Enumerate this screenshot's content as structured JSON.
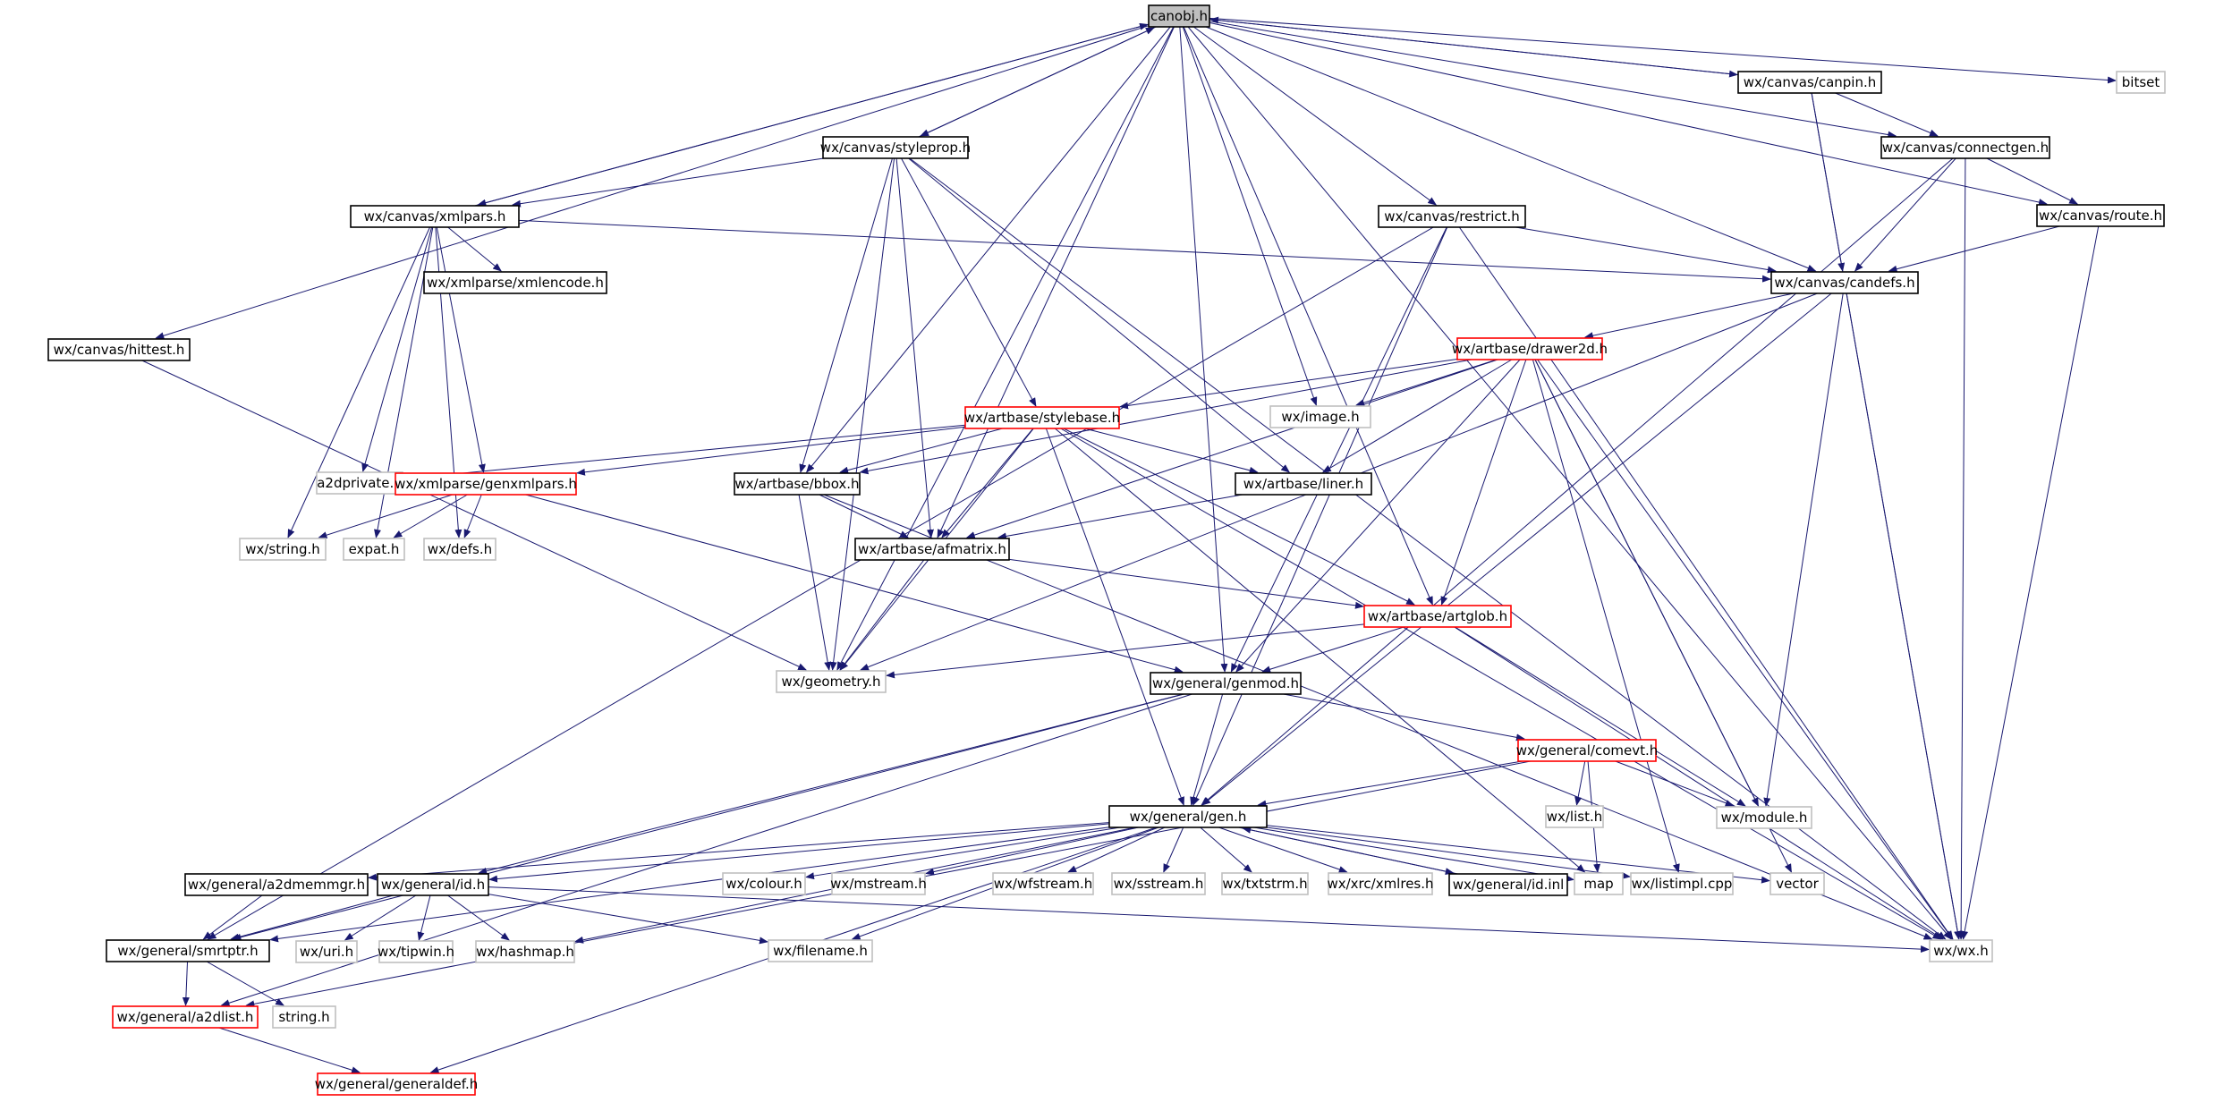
{
  "title": "canobj.h",
  "colors": {
    "edge": "#191970",
    "box_documented": "#000000",
    "box_truncated": "#ff0000",
    "box_external": "#bfbfbf",
    "root_fill": "#bfbfbf",
    "background": "#ffffff"
  },
  "nodes": [
    {
      "id": "canobj",
      "label": "canobj.h",
      "style": "root"
    },
    {
      "id": "bitset",
      "label": "bitset",
      "style": "external"
    },
    {
      "id": "canpin",
      "label": "wx/canvas/canpin.h",
      "style": "documented"
    },
    {
      "id": "connectgen",
      "label": "wx/canvas/connectgen.h",
      "style": "documented"
    },
    {
      "id": "route",
      "label": "wx/canvas/route.h",
      "style": "documented"
    },
    {
      "id": "styleprop",
      "label": "wx/canvas/styleprop.h",
      "style": "documented"
    },
    {
      "id": "xmlpars",
      "label": "wx/canvas/xmlpars.h",
      "style": "documented"
    },
    {
      "id": "restrict",
      "label": "wx/canvas/restrict.h",
      "style": "documented"
    },
    {
      "id": "candefs",
      "label": "wx/canvas/candefs.h",
      "style": "documented"
    },
    {
      "id": "xmlencode",
      "label": "wx/xmlparse/xmlencode.h",
      "style": "documented"
    },
    {
      "id": "hittest",
      "label": "wx/canvas/hittest.h",
      "style": "documented"
    },
    {
      "id": "drawer2d",
      "label": "wx/artbase/drawer2d.h",
      "style": "truncated"
    },
    {
      "id": "stylebase",
      "label": "wx/artbase/stylebase.h",
      "style": "truncated"
    },
    {
      "id": "image",
      "label": "wx/image.h",
      "style": "external"
    },
    {
      "id": "a2dprivate",
      "label": "a2dprivate.h",
      "style": "external"
    },
    {
      "id": "genxmlpars",
      "label": "wx/xmlparse/genxmlpars.h",
      "style": "truncated"
    },
    {
      "id": "bbox",
      "label": "wx/artbase/bbox.h",
      "style": "documented"
    },
    {
      "id": "liner",
      "label": "wx/artbase/liner.h",
      "style": "documented"
    },
    {
      "id": "string",
      "label": "wx/string.h",
      "style": "external"
    },
    {
      "id": "expat",
      "label": "expat.h",
      "style": "external"
    },
    {
      "id": "defs",
      "label": "wx/defs.h",
      "style": "external"
    },
    {
      "id": "afmatrix",
      "label": "wx/artbase/afmatrix.h",
      "style": "documented"
    },
    {
      "id": "artglob",
      "label": "wx/artbase/artglob.h",
      "style": "truncated"
    },
    {
      "id": "geometry",
      "label": "wx/geometry.h",
      "style": "external"
    },
    {
      "id": "genmod",
      "label": "wx/general/genmod.h",
      "style": "documented"
    },
    {
      "id": "comevt",
      "label": "wx/general/comevt.h",
      "style": "truncated"
    },
    {
      "id": "list",
      "label": "wx/list.h",
      "style": "external"
    },
    {
      "id": "module",
      "label": "wx/module.h",
      "style": "external"
    },
    {
      "id": "gen",
      "label": "wx/general/gen.h",
      "style": "documented"
    },
    {
      "id": "a2dmemmgr",
      "label": "wx/general/a2dmemmgr.h",
      "style": "documented"
    },
    {
      "id": "id",
      "label": "wx/general/id.h",
      "style": "documented"
    },
    {
      "id": "colour",
      "label": "wx/colour.h",
      "style": "external"
    },
    {
      "id": "mstream",
      "label": "wx/mstream.h",
      "style": "external"
    },
    {
      "id": "wfstream",
      "label": "wx/wfstream.h",
      "style": "external"
    },
    {
      "id": "sstream",
      "label": "wx/sstream.h",
      "style": "external"
    },
    {
      "id": "txtstrm",
      "label": "wx/txtstrm.h",
      "style": "external"
    },
    {
      "id": "xmlres",
      "label": "wx/xrc/xmlres.h",
      "style": "external"
    },
    {
      "id": "idinl",
      "label": "wx/general/id.inl",
      "style": "documented"
    },
    {
      "id": "map",
      "label": "map",
      "style": "external"
    },
    {
      "id": "listimpl",
      "label": "wx/listimpl.cpp",
      "style": "external"
    },
    {
      "id": "vector",
      "label": "vector",
      "style": "external"
    },
    {
      "id": "smrtptr",
      "label": "wx/general/smrtptr.h",
      "style": "documented"
    },
    {
      "id": "uri",
      "label": "wx/uri.h",
      "style": "external"
    },
    {
      "id": "tipwin",
      "label": "wx/tipwin.h",
      "style": "external"
    },
    {
      "id": "hashmap",
      "label": "wx/hashmap.h",
      "style": "external"
    },
    {
      "id": "filename",
      "label": "wx/filename.h",
      "style": "external"
    },
    {
      "id": "wx",
      "label": "wx/wx.h",
      "style": "external"
    },
    {
      "id": "a2dlist",
      "label": "wx/general/a2dlist.h",
      "style": "truncated"
    },
    {
      "id": "stringh",
      "label": "string.h",
      "style": "external"
    },
    {
      "id": "generaldef",
      "label": "wx/general/generaldef.h",
      "style": "truncated"
    }
  ],
  "edges": [
    [
      "canobj",
      "bitset"
    ],
    [
      "canobj",
      "canpin"
    ],
    [
      "canobj",
      "connectgen"
    ],
    [
      "canobj",
      "route"
    ],
    [
      "canobj",
      "styleprop"
    ],
    [
      "canobj",
      "xmlpars"
    ],
    [
      "canobj",
      "restrict"
    ],
    [
      "canobj",
      "candefs"
    ],
    [
      "canobj",
      "hittest"
    ],
    [
      "canobj",
      "image"
    ],
    [
      "canobj",
      "bbox"
    ],
    [
      "canobj",
      "afmatrix"
    ],
    [
      "canobj",
      "artglob"
    ],
    [
      "canobj",
      "geometry"
    ],
    [
      "canobj",
      "genmod"
    ],
    [
      "canobj",
      "wx"
    ],
    [
      "canpin",
      "canobj"
    ],
    [
      "canpin",
      "connectgen"
    ],
    [
      "canpin",
      "candefs"
    ],
    [
      "canpin",
      "wx"
    ],
    [
      "connectgen",
      "candefs"
    ],
    [
      "connectgen",
      "route"
    ],
    [
      "connectgen",
      "wx"
    ],
    [
      "connectgen",
      "gen"
    ],
    [
      "route",
      "candefs"
    ],
    [
      "route",
      "wx"
    ],
    [
      "styleprop",
      "canobj"
    ],
    [
      "styleprop",
      "xmlpars"
    ],
    [
      "styleprop",
      "stylebase"
    ],
    [
      "styleprop",
      "bbox"
    ],
    [
      "styleprop",
      "liner"
    ],
    [
      "styleprop",
      "afmatrix"
    ],
    [
      "styleprop",
      "geometry"
    ],
    [
      "styleprop",
      "wx"
    ],
    [
      "xmlpars",
      "canobj"
    ],
    [
      "xmlpars",
      "candefs"
    ],
    [
      "xmlpars",
      "xmlencode"
    ],
    [
      "xmlpars",
      "genxmlpars"
    ],
    [
      "xmlpars",
      "a2dprivate"
    ],
    [
      "xmlpars",
      "string"
    ],
    [
      "xmlpars",
      "expat"
    ],
    [
      "xmlpars",
      "defs"
    ],
    [
      "restrict",
      "candefs"
    ],
    [
      "restrict",
      "smrtptr"
    ],
    [
      "restrict",
      "genmod"
    ],
    [
      "restrict",
      "gen"
    ],
    [
      "restrict",
      "wx"
    ],
    [
      "candefs",
      "drawer2d"
    ],
    [
      "candefs",
      "geometry"
    ],
    [
      "candefs",
      "gen"
    ],
    [
      "candefs",
      "module"
    ],
    [
      "candefs",
      "wx"
    ],
    [
      "hittest",
      "geometry"
    ],
    [
      "drawer2d",
      "stylebase"
    ],
    [
      "drawer2d",
      "image"
    ],
    [
      "drawer2d",
      "bbox"
    ],
    [
      "drawer2d",
      "liner"
    ],
    [
      "drawer2d",
      "afmatrix"
    ],
    [
      "drawer2d",
      "artglob"
    ],
    [
      "drawer2d",
      "genmod"
    ],
    [
      "drawer2d",
      "module"
    ],
    [
      "drawer2d",
      "listimpl"
    ],
    [
      "drawer2d",
      "vector"
    ],
    [
      "drawer2d",
      "wx"
    ],
    [
      "stylebase",
      "a2dprivate"
    ],
    [
      "stylebase",
      "genxmlpars"
    ],
    [
      "stylebase",
      "bbox"
    ],
    [
      "stylebase",
      "liner"
    ],
    [
      "stylebase",
      "afmatrix"
    ],
    [
      "stylebase",
      "artglob"
    ],
    [
      "stylebase",
      "geometry"
    ],
    [
      "stylebase",
      "gen"
    ],
    [
      "stylebase",
      "map"
    ],
    [
      "stylebase",
      "wx"
    ],
    [
      "genxmlpars",
      "string"
    ],
    [
      "genxmlpars",
      "expat"
    ],
    [
      "genxmlpars",
      "defs"
    ],
    [
      "genxmlpars",
      "genmod"
    ],
    [
      "bbox",
      "afmatrix"
    ],
    [
      "bbox",
      "geometry"
    ],
    [
      "bbox",
      "wx"
    ],
    [
      "liner",
      "afmatrix"
    ],
    [
      "afmatrix",
      "geometry"
    ],
    [
      "afmatrix",
      "artglob"
    ],
    [
      "artglob",
      "geometry"
    ],
    [
      "artglob",
      "genmod"
    ],
    [
      "artglob",
      "module"
    ],
    [
      "artglob",
      "wx"
    ],
    [
      "genmod",
      "gen"
    ],
    [
      "genmod",
      "comevt"
    ],
    [
      "genmod",
      "id"
    ],
    [
      "genmod",
      "smrtptr"
    ],
    [
      "genmod",
      "a2dlist"
    ],
    [
      "comevt",
      "gen"
    ],
    [
      "comevt",
      "list"
    ],
    [
      "comevt",
      "module"
    ],
    [
      "comevt",
      "map"
    ],
    [
      "comevt",
      "a2dlist"
    ],
    [
      "gen",
      "a2dmemmgr"
    ],
    [
      "gen",
      "id"
    ],
    [
      "gen",
      "colour"
    ],
    [
      "gen",
      "mstream"
    ],
    [
      "gen",
      "wfstream"
    ],
    [
      "gen",
      "sstream"
    ],
    [
      "gen",
      "txtstrm"
    ],
    [
      "gen",
      "xmlres"
    ],
    [
      "gen",
      "idinl"
    ],
    [
      "gen",
      "map"
    ],
    [
      "gen",
      "listimpl"
    ],
    [
      "gen",
      "vector"
    ],
    [
      "gen",
      "smrtptr"
    ],
    [
      "gen",
      "hashmap"
    ],
    [
      "gen",
      "filename"
    ],
    [
      "gen",
      "generaldef"
    ],
    [
      "idinl",
      "gen"
    ],
    [
      "a2dmemmgr",
      "smrtptr"
    ],
    [
      "id",
      "smrtptr"
    ],
    [
      "id",
      "uri"
    ],
    [
      "id",
      "tipwin"
    ],
    [
      "id",
      "hashmap"
    ],
    [
      "id",
      "filename"
    ],
    [
      "id",
      "wx"
    ],
    [
      "smrtptr",
      "a2dlist"
    ],
    [
      "smrtptr",
      "stringh"
    ],
    [
      "a2dlist",
      "generaldef"
    ]
  ]
}
